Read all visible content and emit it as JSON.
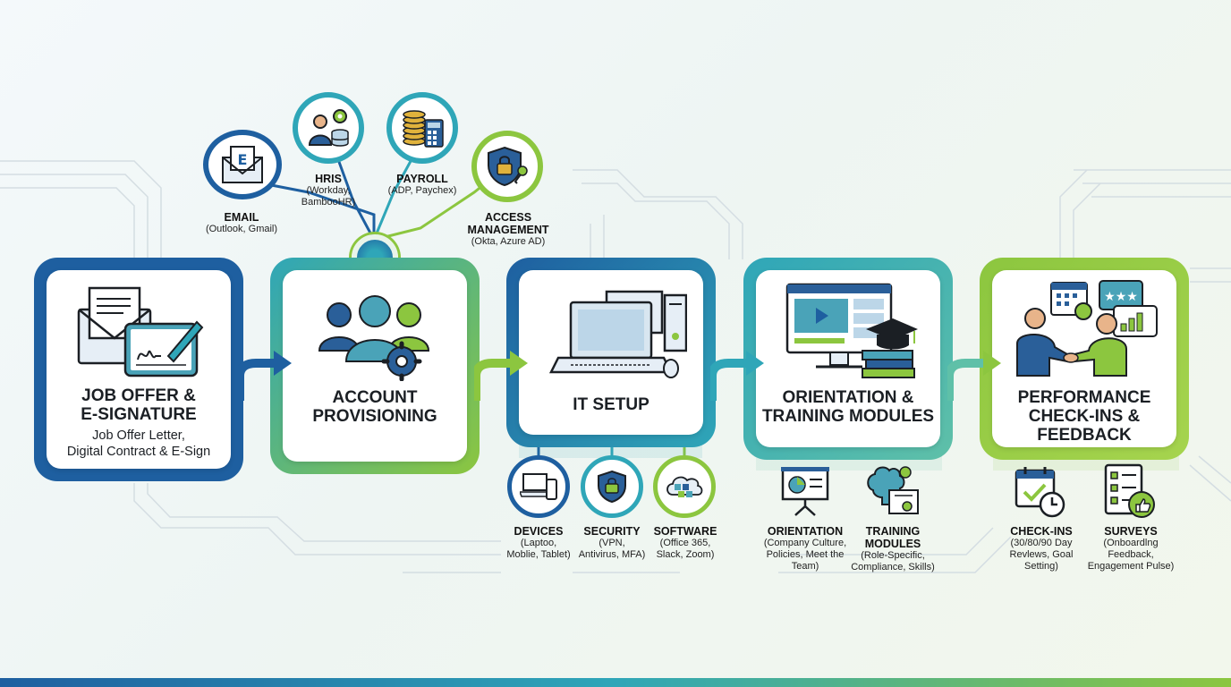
{
  "colors": {
    "blue": "#1e5fa0",
    "teal": "#2fa6b8",
    "green": "#8cc63f",
    "text": "#1b1f24"
  },
  "stages": [
    {
      "title": "JOB OFFER &\nE-SIGNATURE",
      "subtitle": "Job Offer Letter,\nDigital Contract & E-Sign",
      "icon": "envelope-tablet-signature-icon"
    },
    {
      "title": "ACCOUNT\nPROVISIONING",
      "subtitle": "",
      "icon": "people-gear-icon"
    },
    {
      "title": "IT SETUP",
      "subtitle": "",
      "icon": "computer-setup-icon"
    },
    {
      "title": "ORIENTATION &\nTRAINING MODULES",
      "subtitle": "",
      "icon": "monitor-video-graduation-icon"
    },
    {
      "title": "PERFORMANCE\nCHECK-INS &\nFEEDBACK",
      "subtitle": "",
      "icon": "handshake-feedback-icon"
    }
  ],
  "provisioning": [
    {
      "name": "EMAIL",
      "detail": "(Outlook, Gmail)",
      "icon": "envelope-icon",
      "badge": "E"
    },
    {
      "name": "HRIS",
      "detail": "(Workday,\nBambooHR)",
      "icon": "person-gear-database-icon"
    },
    {
      "name": "PAYROLL",
      "detail": "(ADP, Paychex)",
      "icon": "coins-calculator-icon"
    },
    {
      "name": "ACCESS\nMANAGEMENT",
      "detail": "(Okta, Azure AD)",
      "icon": "shield-lock-key-icon"
    }
  ],
  "it_setup": [
    {
      "name": "DEVICES",
      "detail": "(Laptoo,\nMoblie, Tablet)",
      "icon": "devices-icon"
    },
    {
      "name": "SECURITY",
      "detail": "(VPN,\nAntivirus, MFA)",
      "icon": "shield-lock-icon"
    },
    {
      "name": "SOFTWARE",
      "detail": "(Office 365,\nSlack, Zoom)",
      "icon": "cloud-apps-icon"
    }
  ],
  "orientation": [
    {
      "name": "ORIENTATION",
      "detail": "(Company Culture,\nPolicies, Meet the\nTeam)",
      "icon": "presentation-board-icon"
    },
    {
      "name": "TRAINING\nMODULES",
      "detail": "(Role-Specific,\nCompliance, Skills)",
      "icon": "brain-certificate-icon"
    }
  ],
  "performance": [
    {
      "name": "CHECK-INS",
      "detail": "(30/80/90 Day\nRevlews, Goal\nSetting)",
      "icon": "calendar-clock-icon"
    },
    {
      "name": "SURVEYS",
      "detail": "(Onboardlng\nFeedback,\nEngagement Pulse)",
      "icon": "checklist-thumbsup-icon"
    }
  ]
}
